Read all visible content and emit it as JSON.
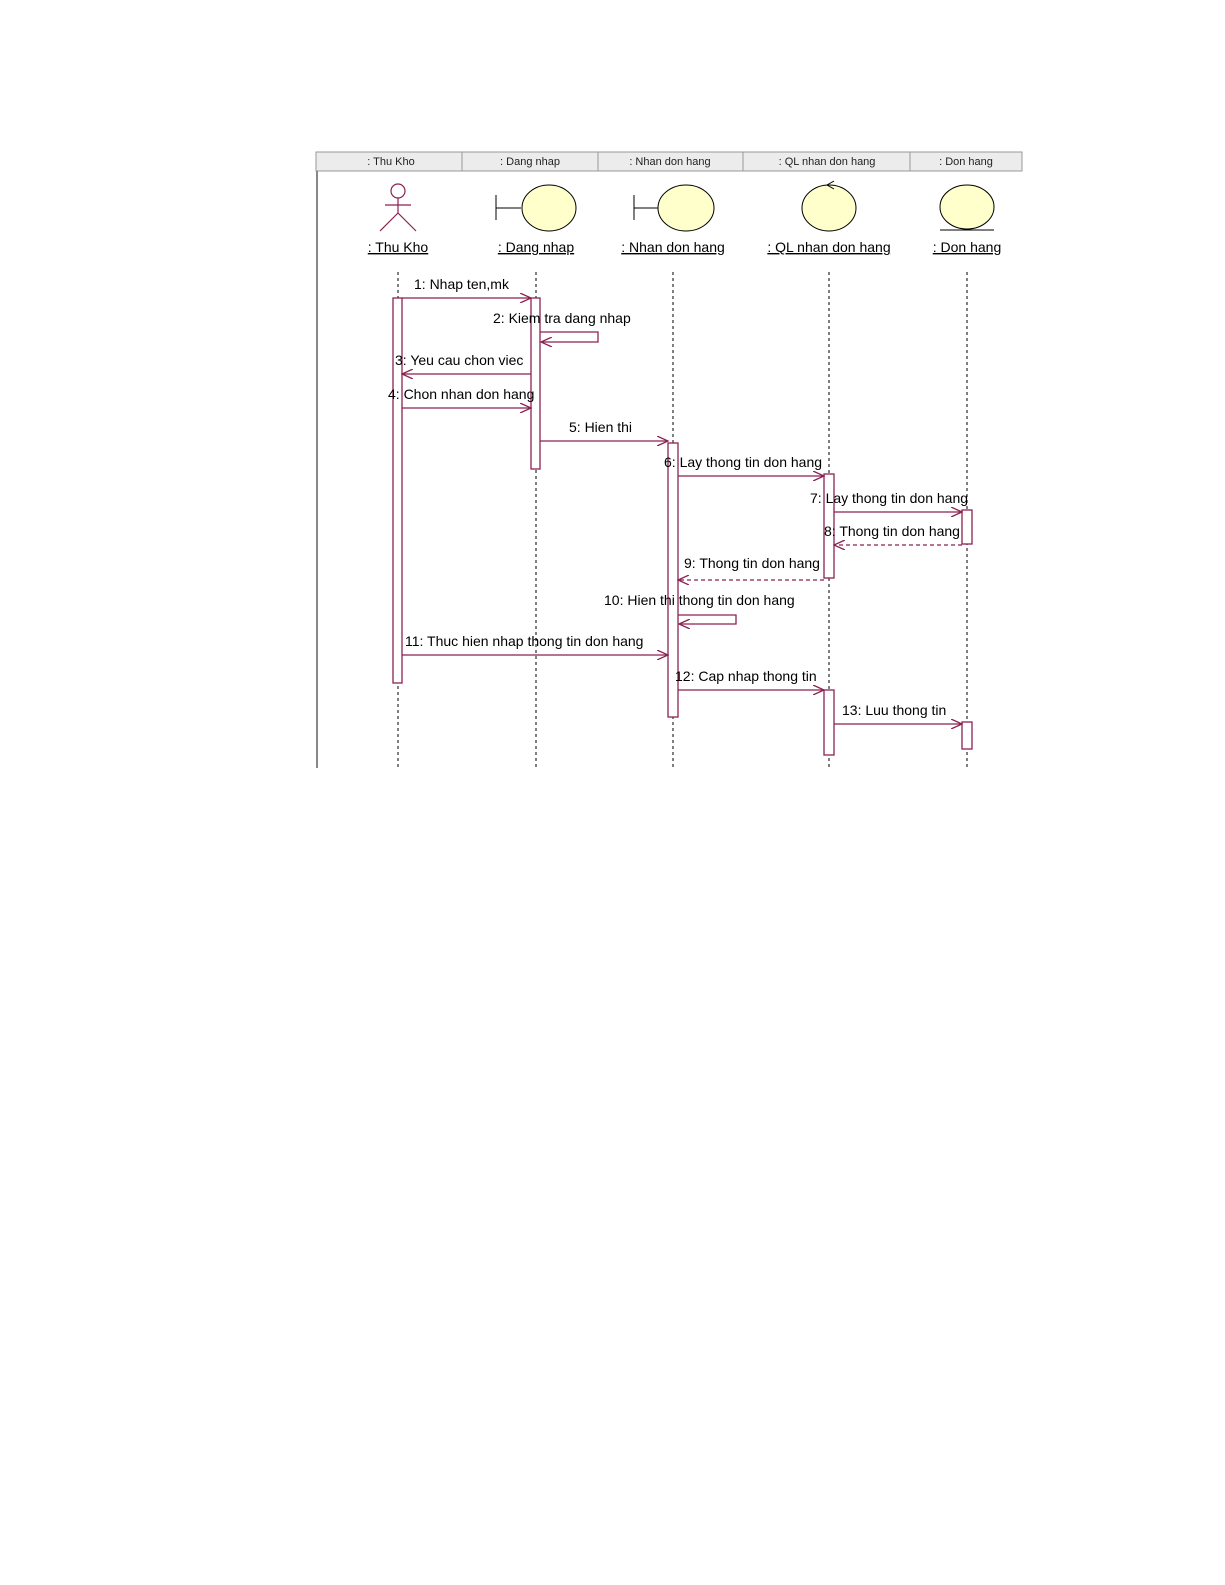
{
  "diagram": {
    "type": "sequence",
    "header_tabs": [
      ": Thu Kho",
      ": Dang nhap",
      ": Nhan don hang",
      ": QL nhan don hang",
      ": Don hang"
    ],
    "objects": [
      {
        "name": ": Thu Kho",
        "kind": "actor"
      },
      {
        "name": ": Dang nhap",
        "kind": "boundary"
      },
      {
        "name": ": Nhan don hang",
        "kind": "boundary"
      },
      {
        "name": ": QL nhan don hang",
        "kind": "control"
      },
      {
        "name": ": Don hang",
        "kind": "entity"
      }
    ],
    "messages": [
      {
        "label": "1: Nhap ten,mk",
        "from": ": Thu Kho",
        "to": ": Dang nhap",
        "style": "sync"
      },
      {
        "label": "2: Kiem tra dang nhap",
        "from": ": Dang nhap",
        "to": ": Dang nhap",
        "style": "self"
      },
      {
        "label": "3: Yeu cau chon viec",
        "from": ": Dang nhap",
        "to": ": Thu Kho",
        "style": "sync"
      },
      {
        "label": "4: Chon nhan don hang",
        "from": ": Thu Kho",
        "to": ": Dang nhap",
        "style": "sync"
      },
      {
        "label": "5: Hien thi",
        "from": ": Dang nhap",
        "to": ": Nhan don hang",
        "style": "sync"
      },
      {
        "label": "6: Lay thong tin don hang",
        "from": ": Nhan don hang",
        "to": ": QL nhan don hang",
        "style": "sync"
      },
      {
        "label": "7: Lay thong tin don hang",
        "from": ": QL nhan don hang",
        "to": ": Don hang",
        "style": "sync"
      },
      {
        "label": "8: Thong tin don hang",
        "from": ": Don hang",
        "to": ": QL nhan don hang",
        "style": "return"
      },
      {
        "label": "9: Thong tin don hang",
        "from": ": QL nhan don hang",
        "to": ": Nhan don hang",
        "style": "return"
      },
      {
        "label": "10: Hien thi thong tin don hang",
        "from": ": Nhan don hang",
        "to": ": Nhan don hang",
        "style": "self"
      },
      {
        "label": "11: Thuc hien nhap thong tin don hang",
        "from": ": Thu Kho",
        "to": ": Nhan don hang",
        "style": "sync"
      },
      {
        "label": "12: Cap nhap thong tin",
        "from": ": Nhan don hang",
        "to": ": QL nhan don hang",
        "style": "sync"
      },
      {
        "label": "13: Luu thong tin",
        "from": ": QL nhan don hang",
        "to": ": Don hang",
        "style": "sync"
      }
    ]
  }
}
